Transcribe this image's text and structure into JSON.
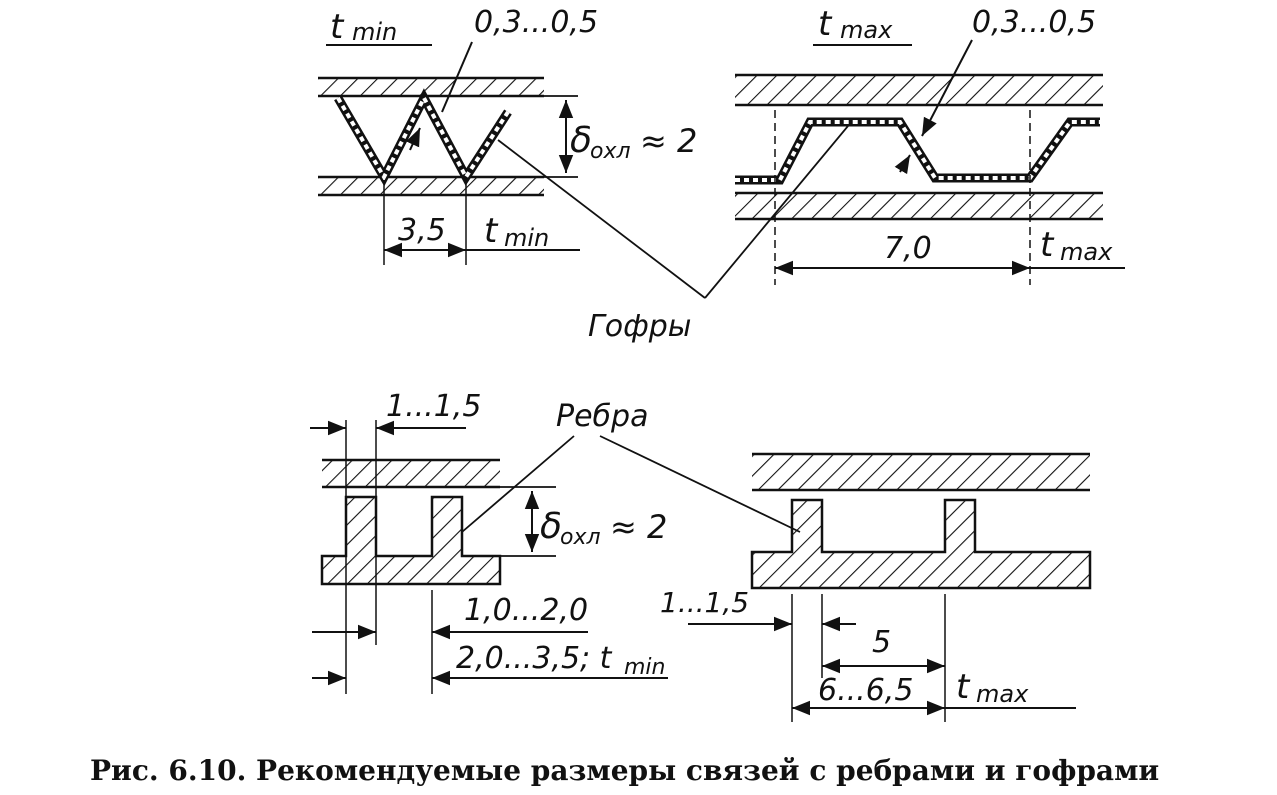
{
  "caption": "Рис. 6.10. Рекомендуемые размеры связей с ребрами и гофрами",
  "top_left": {
    "t_min_top": "t",
    "t_min_top_sub": "min",
    "wall": "0,3...0,5",
    "delta": "δ",
    "delta_sub": "охл",
    "delta_value": "≈ 2",
    "dim_small": "3,5",
    "t_min_bottom": "t",
    "t_min_bottom_sub": "min"
  },
  "top_right": {
    "t_max_top": "t",
    "t_max_top_sub": "max",
    "wall": "0,3...0,5",
    "dim": "7,0",
    "t_max_bottom": "t",
    "t_max_bottom_sub": "max"
  },
  "gofry_label": "Гофры",
  "bottom_left": {
    "rib_width": "1...1,5",
    "delta": "δ",
    "delta_sub": "охл",
    "delta_value": "≈ 2",
    "gap": "1,0...2,0",
    "pitch": "2,0...3,5; t",
    "pitch_sub": "min"
  },
  "rebra_label": "Ребра",
  "bottom_right": {
    "rib_width": "1...1,5",
    "gap": "5",
    "pitch": "6...6,5",
    "t_max": "t",
    "t_max_sub": "max"
  }
}
